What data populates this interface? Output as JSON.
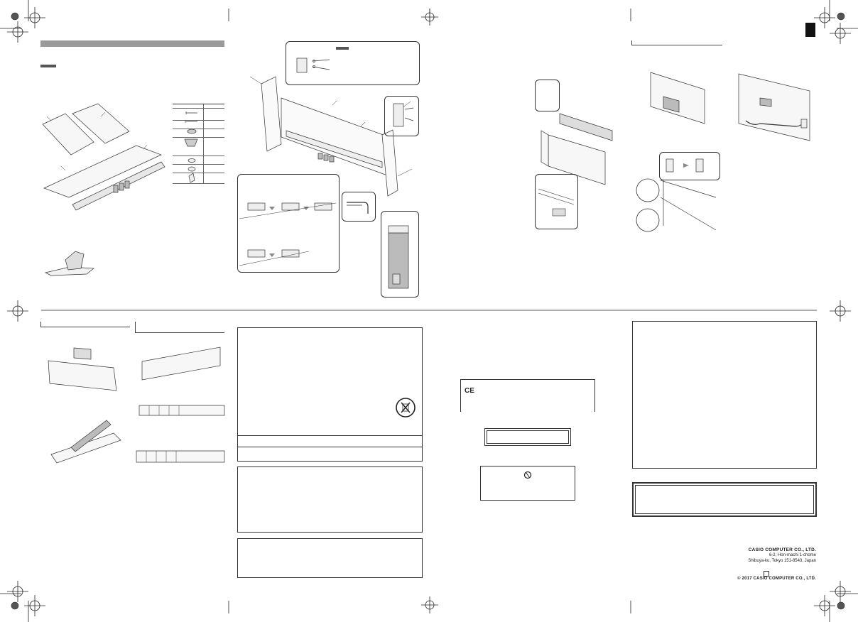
{
  "page": {
    "side_tab_color": "#111111",
    "title_bar_color": "#9a9a9a",
    "line_color": "#444444"
  },
  "company": {
    "name": "CASIO COMPUTER CO., LTD.",
    "address_line1": "6-2, Hon-machi 1-chome",
    "address_line2": "Shibuya-ku, Tokyo 151-8543, Japan",
    "copyright": "© 2017 CASIO COMPUTER CO., LTD."
  },
  "marks": {
    "ce": "CE"
  },
  "icons": [
    "registration-mark-icon",
    "recycle-bin-icon",
    "ce-mark-icon",
    "hand-icon",
    "arrow-right-icon"
  ]
}
